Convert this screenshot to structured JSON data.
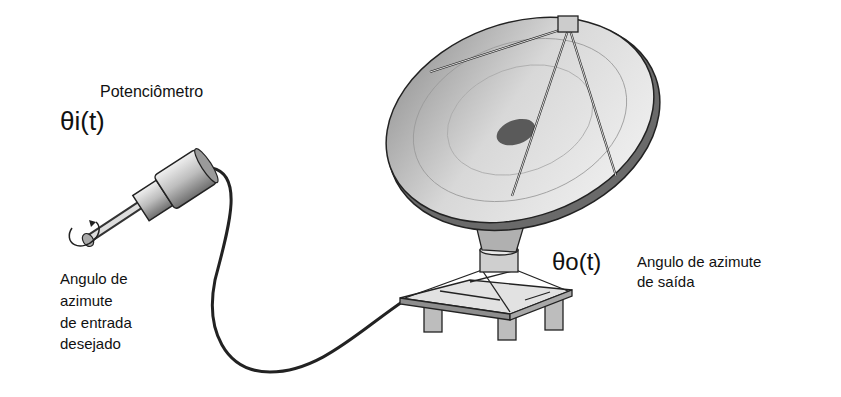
{
  "diagram": {
    "labels": [
      "Potenciômetro",
      "θi(t)",
      "Angulo de azimute de entrada desejado",
      "θo(t)",
      "Angulo de azimute de saída"
    ]
  }
}
